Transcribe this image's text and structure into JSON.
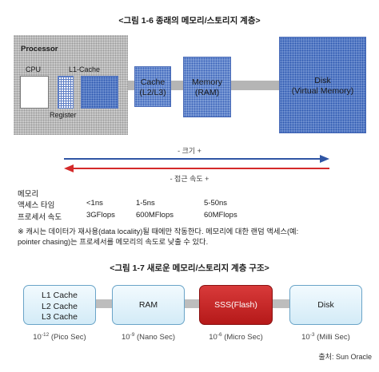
{
  "fig1": {
    "title": "<그림 1-6 종래의 메모리/스토리지 계층>",
    "processor": "Processor",
    "cpu": "CPU",
    "l1cache": "L1-Cache",
    "register": "Register",
    "cache_line1": "Cache",
    "cache_line2": "(L2/L3)",
    "memory_line1": "Memory",
    "memory_line2": "(RAM)",
    "disk_line1": "Disk",
    "disk_line2": "(Virtual Memory)",
    "size_label": "- 크기 +",
    "speed_label": "- 접근 속도 +"
  },
  "table": {
    "header": "메모리",
    "rows": [
      {
        "label": "액세스 타임",
        "values": [
          "<1ns",
          "1-5ns",
          "5-50ns"
        ]
      },
      {
        "label": "프로세서 속도",
        "values": [
          "3GFlops",
          "600MFlops",
          "60MFlops"
        ]
      }
    ]
  },
  "note": {
    "line1": "※ 캐시는 데이터가 재사용(data locality)될 때에만 작동한다. 메모리에 대한 랜덤 액세스(예:",
    "line2": "pointer chasing)는 프로세서를 메모리의 속도로 낮출 수 있다."
  },
  "fig2": {
    "title": "<그림 1-7 새로운 메모리/스토리지 계층 구조>",
    "boxes": [
      {
        "lines": [
          "L1 Cache",
          "L2 Cache",
          "L3 Cache"
        ],
        "exp_base": "10",
        "exp": "-12",
        "unit": "(Pico Sec)"
      },
      {
        "lines": [
          "RAM"
        ],
        "exp_base": "10",
        "exp": "-9",
        "unit": "(Nano Sec)"
      },
      {
        "lines": [
          "SSS(Flash)"
        ],
        "exp_base": "10",
        "exp": "-6",
        "unit": "(Micro Sec)"
      },
      {
        "lines": [
          "Disk"
        ],
        "exp_base": "10",
        "exp": "-3",
        "unit": "(Milli Sec)"
      }
    ],
    "source": "출처: Sun Oracle"
  },
  "colors": {
    "arrow_blue": "#2f55a4",
    "arrow_red": "#d42a2a",
    "flash_red": "#c32222"
  }
}
